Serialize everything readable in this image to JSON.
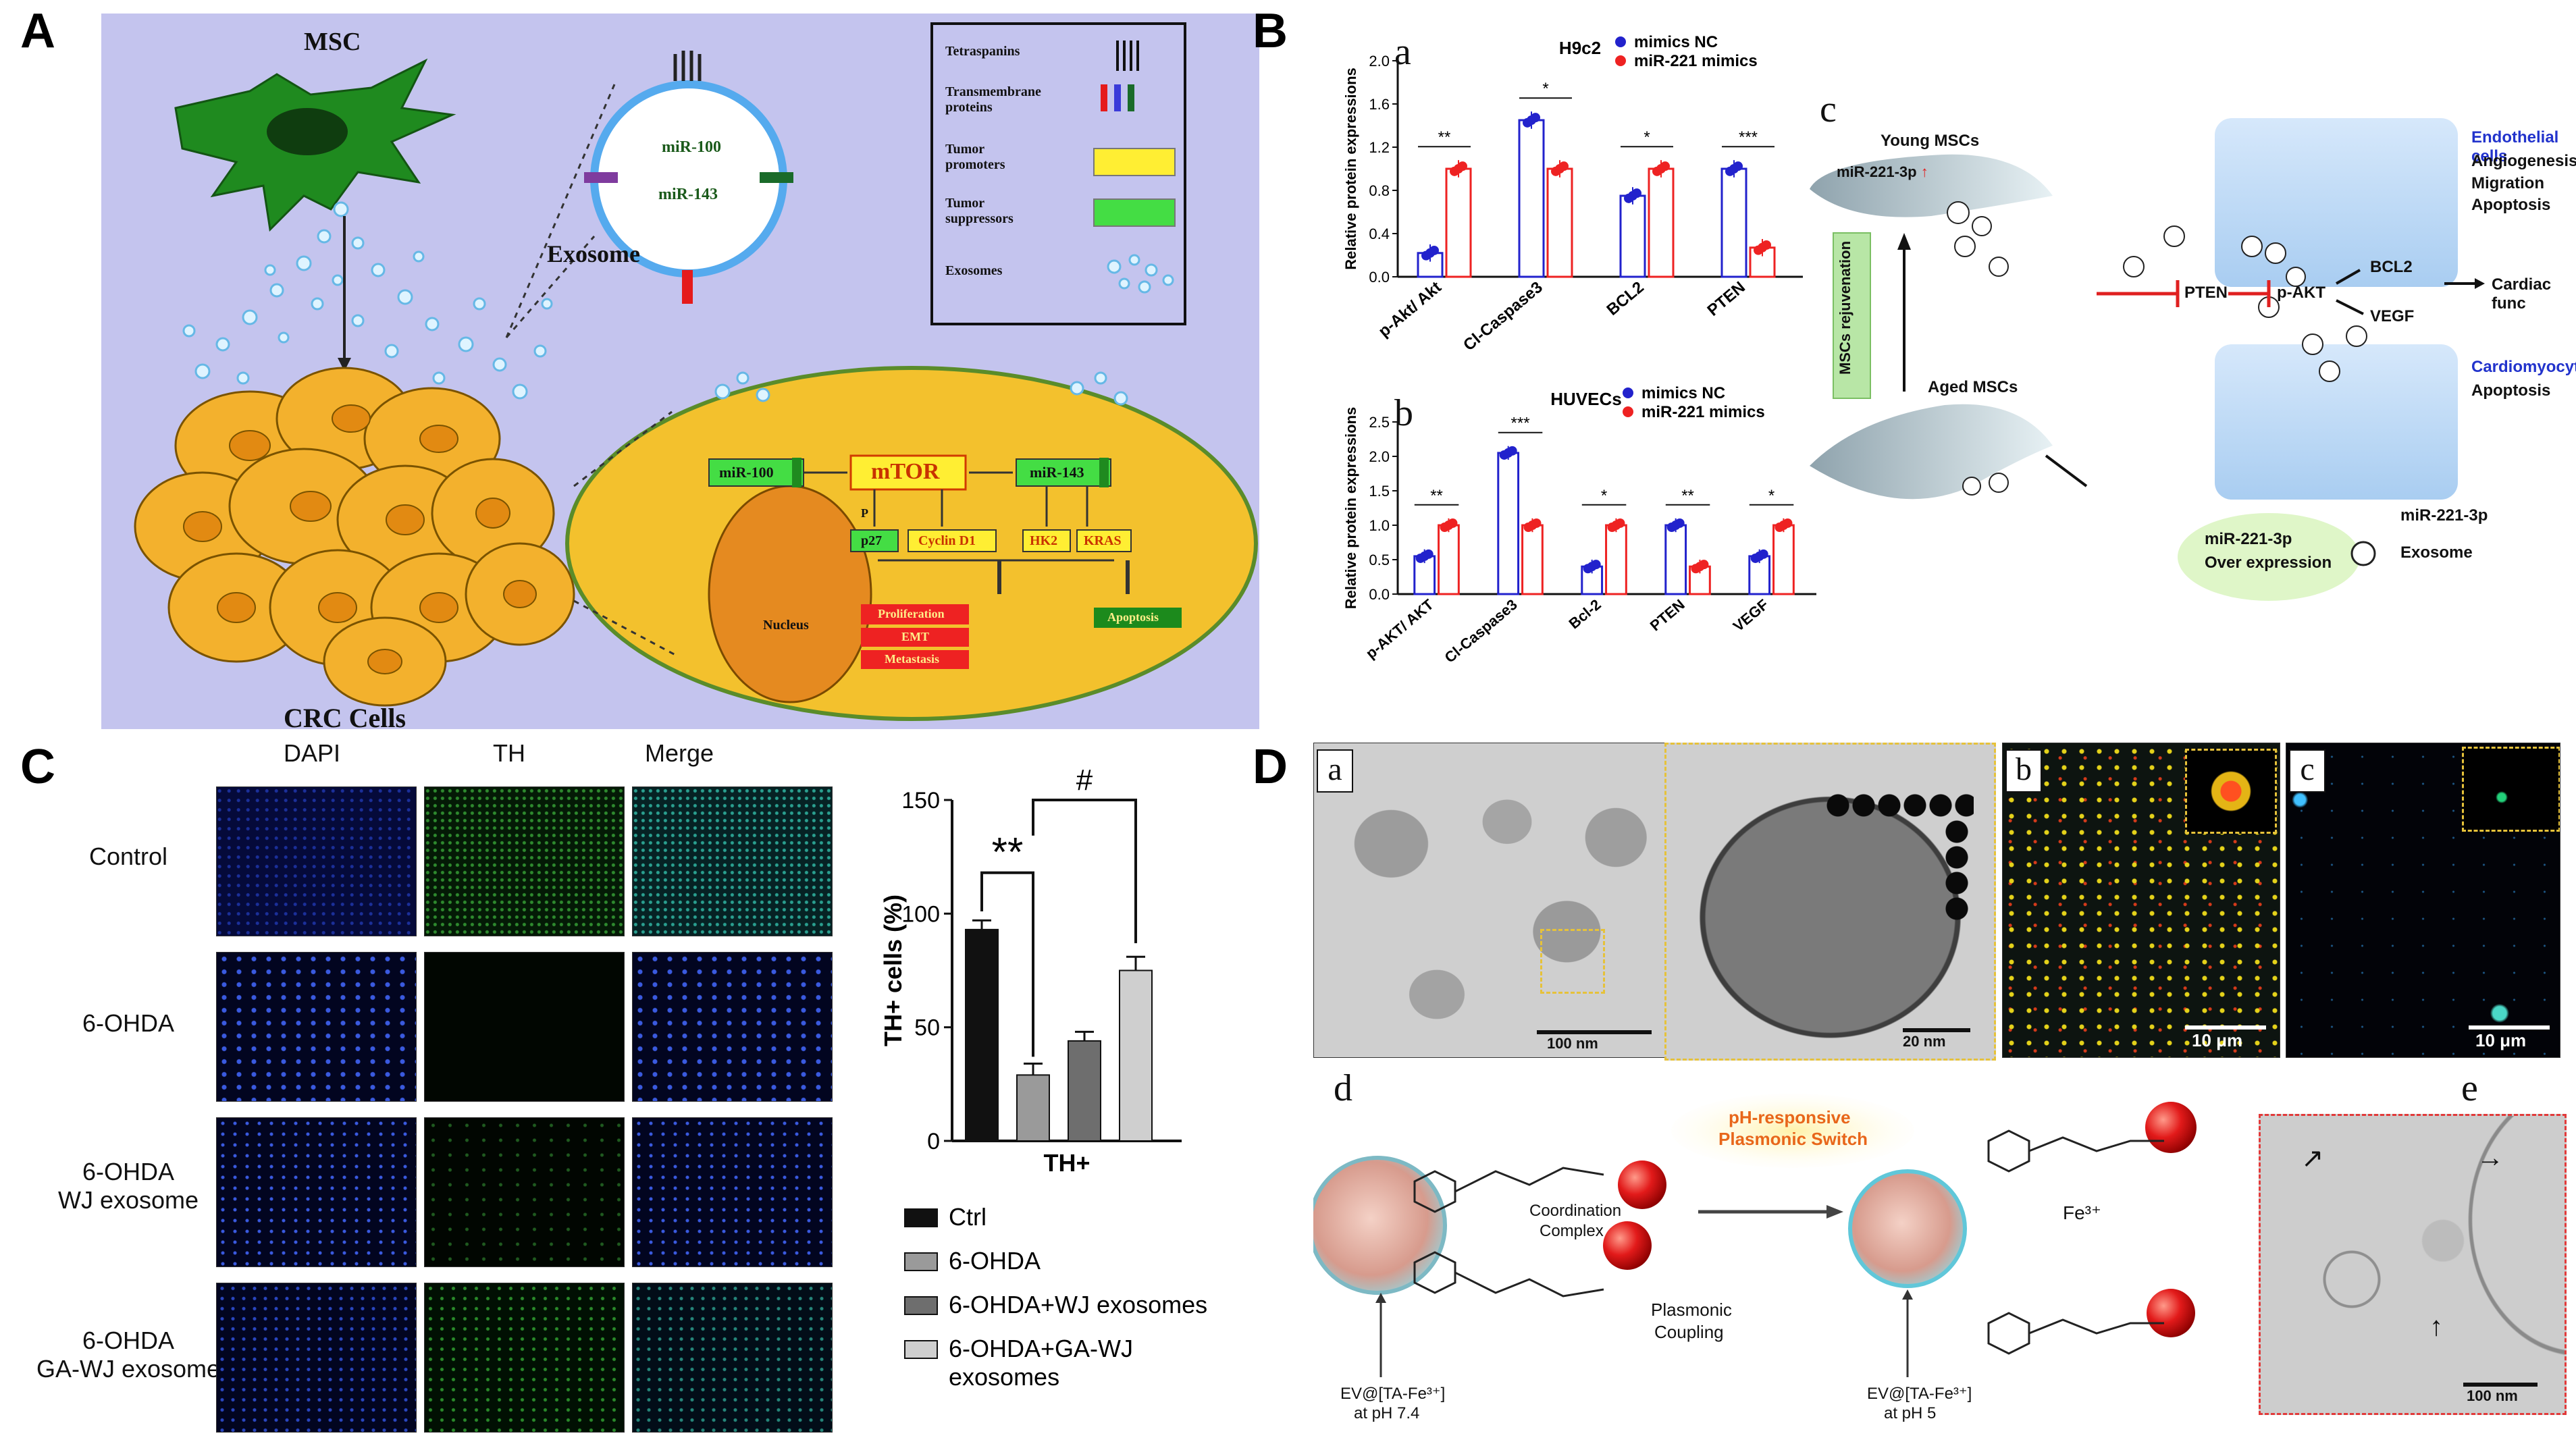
{
  "panels": {
    "A": {
      "label": "A",
      "msc": "MSC",
      "exosome": "Exosome",
      "crc": "CRC Cells",
      "mir100": "miR-100",
      "mir143": "miR-143",
      "legend": {
        "tetraspanins": "Tetraspanins",
        "transmembrane": "Transmembrane proteins",
        "promoters": "Tumor promoters",
        "suppressors": "Tumor suppressors",
        "exosomes": "Exosomes"
      },
      "pathway": {
        "mir100": "miR-100",
        "mtor": "mTOR",
        "mir143": "miR-143",
        "p": "P",
        "p27": "p27",
        "cyclin": "Cyclin D1",
        "hk2": "HK2",
        "kras": "KRAS",
        "nucleus": "Nucleus",
        "proliferation": "Proliferation",
        "emt": "EMT",
        "metastasis": "Metastasis",
        "apoptosis": "Apoptosis"
      },
      "colors": {
        "bg": "#c4c4ee",
        "cell": "#f3b12d",
        "msc": "#1f8a1f",
        "promoter": "#ffee33",
        "suppressor": "#44dd44"
      }
    },
    "B": {
      "label": "B",
      "sub_a": "a",
      "sub_b": "b",
      "sub_c": "c",
      "diagram": {
        "young": "Young MSCs",
        "mir_up": "miR-221-3p",
        "aged": "Aged MSCs",
        "rejuv": "MSCs rejuvenation",
        "pten": "PTEN",
        "pakt": "p-AKT",
        "bcl2": "BCL2",
        "vegf": "VEGF",
        "cardiac": "Cardiac func",
        "endo": "Endothelial cells",
        "angio": "Angiogenesis",
        "migration": "Migration",
        "apop1": "Apoptosis",
        "cardio": "Cardiomyocyte",
        "apop2": "Apoptosis",
        "over1": "miR-221-3p",
        "over2": "Over expression",
        "leg_mir": "miR-221-3p",
        "leg_exo": "Exosome"
      }
    },
    "C": {
      "label": "C",
      "cols": [
        "DAPI",
        "TH",
        "Merge"
      ],
      "rows": [
        {
          "l1": "Control",
          "l2": ""
        },
        {
          "l1": "6-OHDA",
          "l2": ""
        },
        {
          "l1": "6-OHDA",
          "l2": "WJ exosome"
        },
        {
          "l1": "6-OHDA",
          "l2": "GA-WJ exosome"
        }
      ],
      "sig1": "**",
      "sig2": "#"
    },
    "D": {
      "label": "D",
      "sub_a": "a",
      "sub_b": "b",
      "sub_c": "c",
      "sub_d": "d",
      "sub_e": "e",
      "scale_a1": "100 nm",
      "scale_a2": "20 nm",
      "scale_b": "10 μm",
      "scale_c": "10 μm",
      "scale_e": "100 nm",
      "d": {
        "switch1": "pH-responsive",
        "switch2": "Plasmonic Switch",
        "coord1": "Coordination",
        "coord2": "Complex",
        "plas1": "Plasmonic",
        "plas2": "Coupling",
        "fe": "Fe³⁺",
        "ev1a": "EV@[TA-Fe³⁺]",
        "ev1b": "at pH 7.4",
        "ev2a": "EV@[TA-Fe³⁺]",
        "ev2b": "at pH 5"
      }
    }
  },
  "chart_data": [
    {
      "type": "bar",
      "title": "H9c2",
      "ylabel": "Relative protein expressions",
      "ylim": [
        0,
        2.0
      ],
      "yticks": [
        0,
        0.4,
        0.8,
        1.2,
        1.6,
        2.0
      ],
      "categories": [
        "p-Akt/ Akt",
        "Cl-Caspase3",
        "BCL2",
        "PTEN"
      ],
      "series": [
        {
          "name": "mimics NC",
          "color": "#2222cc",
          "values": [
            0.22,
            1.45,
            0.75,
            1.0
          ]
        },
        {
          "name": "miR-221 mimics",
          "color": "#ee2222",
          "values": [
            1.0,
            1.0,
            1.0,
            0.27
          ]
        }
      ],
      "sig": [
        "**",
        "*",
        "*",
        "***"
      ]
    },
    {
      "type": "bar",
      "title": "HUVECs",
      "ylabel": "Relative protein expressions",
      "ylim": [
        0,
        2.5
      ],
      "yticks": [
        0,
        0.5,
        1.0,
        1.5,
        2.0,
        2.5
      ],
      "categories": [
        "p-AKT/ AKT",
        "Cl-Caspase3",
        "Bcl-2",
        "PTEN",
        "VEGF"
      ],
      "series": [
        {
          "name": "mimics NC",
          "color": "#2222cc",
          "values": [
            0.55,
            2.05,
            0.4,
            1.0,
            0.55
          ]
        },
        {
          "name": "miR-221 mimics",
          "color": "#ee2222",
          "values": [
            1.0,
            1.0,
            1.0,
            0.4,
            1.0
          ]
        }
      ],
      "sig": [
        "**",
        "***",
        "*",
        "**",
        "*"
      ]
    },
    {
      "type": "bar",
      "ylabel": "TH+ cells (%)",
      "xlabel": "TH+",
      "ylim": [
        0,
        150
      ],
      "yticks": [
        0,
        50,
        100,
        150
      ],
      "categories": [
        "Ctrl",
        "6-OHDA",
        "6-OHDA+WJ exosomes",
        "6-OHDA+GA-WJ exosomes"
      ],
      "values": [
        93,
        29,
        44,
        75
      ],
      "errors": [
        4,
        5,
        4,
        6
      ],
      "colors": [
        "#111111",
        "#9a9a9a",
        "#6e6e6e",
        "#cfcfcf"
      ]
    }
  ]
}
